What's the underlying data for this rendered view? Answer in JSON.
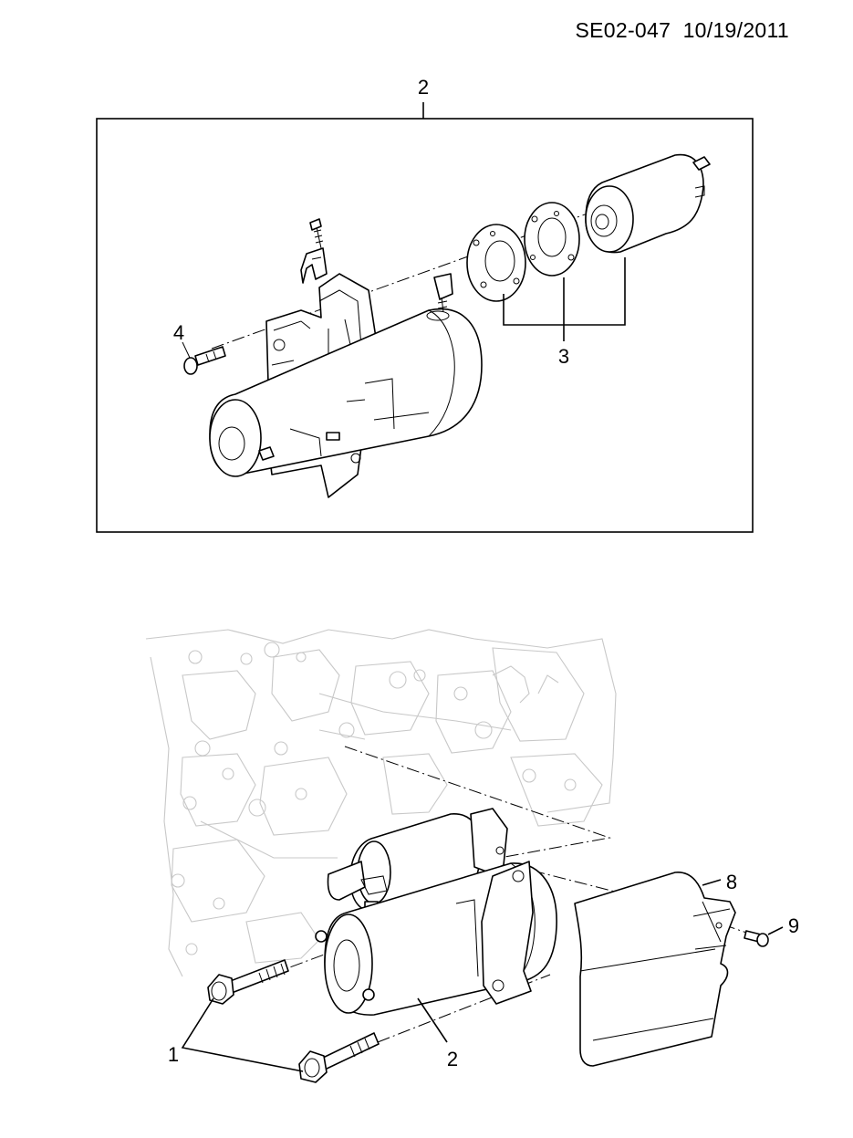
{
  "header": {
    "code": "SE02-047",
    "date": "10/19/2011"
  },
  "callouts": {
    "top_assembly": "2",
    "solenoid_group": "3",
    "top_bolt": "4",
    "bottom_bolts": "1",
    "bottom_starter": "2",
    "heat_shield": "8",
    "shield_bolt": "9"
  },
  "colors": {
    "line": "#000000",
    "background_engine": "#c8c8c8",
    "paper": "#ffffff"
  }
}
